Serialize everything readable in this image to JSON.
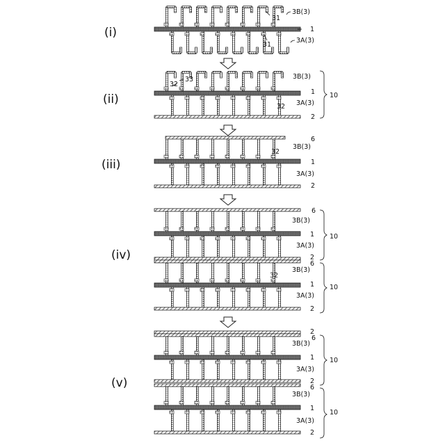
{
  "figure": {
    "stages": [
      {
        "id": "i",
        "label": "(i)",
        "refs": {
          "a": "31",
          "b": "3B(3)",
          "c": "1",
          "d": "31",
          "e": "3A(3)"
        }
      },
      {
        "id": "ii",
        "label": "(ii)",
        "refs": {
          "a": "32",
          "b": "33",
          "c": "3B(3)",
          "d": "1",
          "e": "32",
          "f": "3A(3)",
          "g": "2",
          "h": "10"
        }
      },
      {
        "id": "iii",
        "label": "(iii)",
        "refs": {
          "a": "6",
          "b": "32",
          "c": "3B(3)",
          "d": "1",
          "e": "3A(3)",
          "f": "2"
        }
      },
      {
        "id": "iv",
        "label": "(iv)",
        "refs": {
          "a": "6",
          "b": "3B(3)",
          "c": "1",
          "d": "3A(3)",
          "e": "2",
          "f": "10",
          "g": "6",
          "h": "32",
          "i": "3B(3)",
          "j": "1",
          "k": "3A(3)",
          "l": "2",
          "m": "10"
        }
      },
      {
        "id": "v",
        "label": "(v)",
        "refs": {
          "a": "2",
          "b": "6",
          "c": "3B(3)",
          "d": "1",
          "e": "3A(3)",
          "f": "2",
          "g": "10",
          "h": "6",
          "i": "3B(3)",
          "j": "1",
          "k": "3A(3)",
          "l": "2",
          "m": "10"
        }
      }
    ]
  }
}
